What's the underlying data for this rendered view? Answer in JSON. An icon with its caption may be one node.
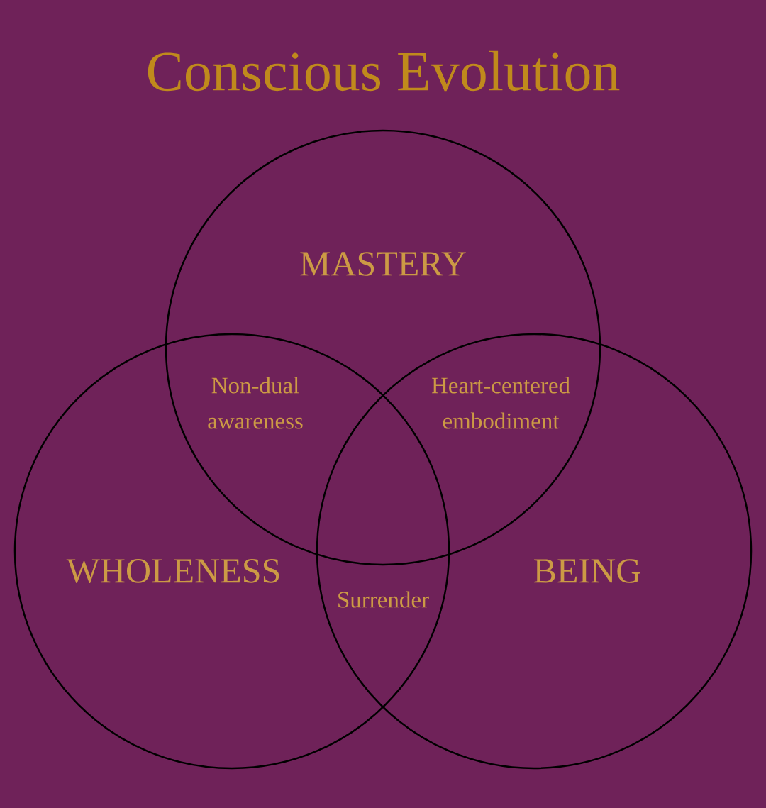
{
  "diagram": {
    "title": "Conscious Evolution",
    "nodes": [
      {
        "text": [
          "MASTERY"
        ]
      },
      {
        "text": [
          "WHOLENESS"
        ]
      },
      {
        "text": [
          "BEING"
        ]
      }
    ],
    "labels": [
      "Non-dual awareness",
      "Heart-centered embodiment",
      "Surrender"
    ]
  }
}
